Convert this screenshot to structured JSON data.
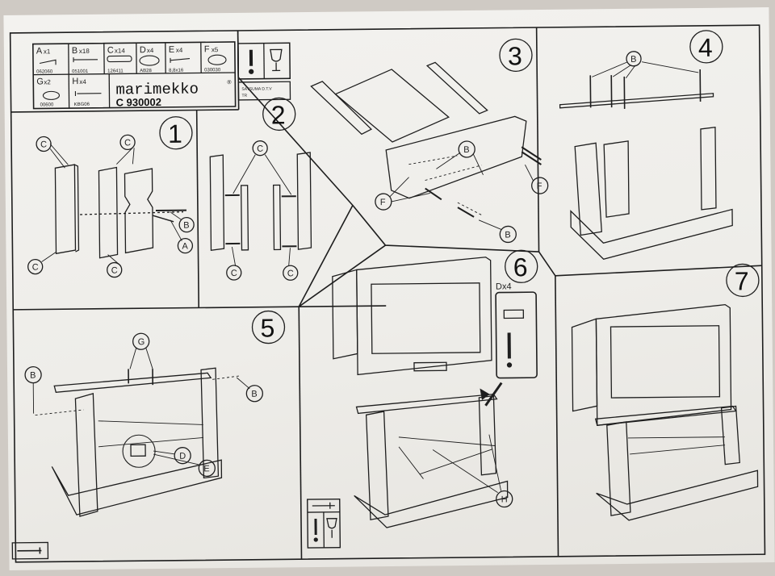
{
  "brand": {
    "name": "marimekko",
    "reg_mark": "®",
    "model": "C 930002"
  },
  "parts": [
    {
      "letter": "A",
      "qty": "x1",
      "code": "062060"
    },
    {
      "letter": "B",
      "qty": "x18",
      "code": "051001"
    },
    {
      "letter": "C",
      "qty": "x14",
      "code": "126411"
    },
    {
      "letter": "D",
      "qty": "x4",
      "code": "AB28"
    },
    {
      "letter": "E",
      "qty": "x4",
      "code": "8,8x16"
    },
    {
      "letter": "F",
      "qty": "x5",
      "code": "030030"
    },
    {
      "letter": "G",
      "qty": "x2",
      "code": "00600"
    },
    {
      "letter": "H",
      "qty": "x4",
      "code": "KBG06"
    }
  ],
  "small_label": "SATSUMA D.T.V",
  "small_label_2": "TR",
  "steps": [
    "1",
    "2",
    "3",
    "4",
    "5",
    "6",
    "7"
  ],
  "callouts": {
    "s1": [
      "C",
      "C",
      "C",
      "C",
      "B",
      "A"
    ],
    "s2": [
      "C",
      "C",
      "C"
    ],
    "s3": [
      "B",
      "F",
      "F",
      "B"
    ],
    "s4": [
      "B"
    ],
    "s5": [
      "G",
      "B",
      "B",
      "D",
      "E"
    ],
    "s6": [
      "Dx4",
      "H"
    ],
    "s7": []
  },
  "icons": [
    "allen-key-icon",
    "screw-icon",
    "dowel-icon",
    "cam-lock-icon",
    "bolt-icon",
    "cap-icon",
    "handle-icon",
    "caution-icon",
    "fragile-glass-icon",
    "screwdriver-icon",
    "arrow-icon"
  ]
}
